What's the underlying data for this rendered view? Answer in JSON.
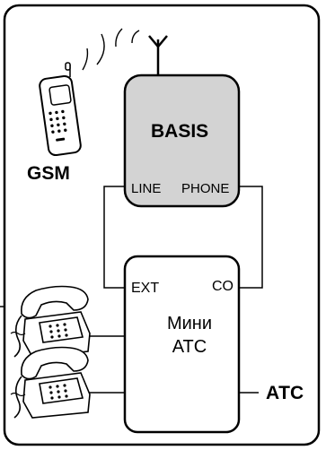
{
  "diagram": {
    "base_unit": {
      "label": "BASIS",
      "line_port": "LINE",
      "phone_port": "PHONE",
      "fill": "#d3d3d3"
    },
    "gsm_label": "GSM",
    "pbx": {
      "ext_port": "EXT",
      "co_port": "CO",
      "name_line1": "Мини",
      "name_line2": "АТС"
    },
    "exchange_label": "АТС"
  }
}
